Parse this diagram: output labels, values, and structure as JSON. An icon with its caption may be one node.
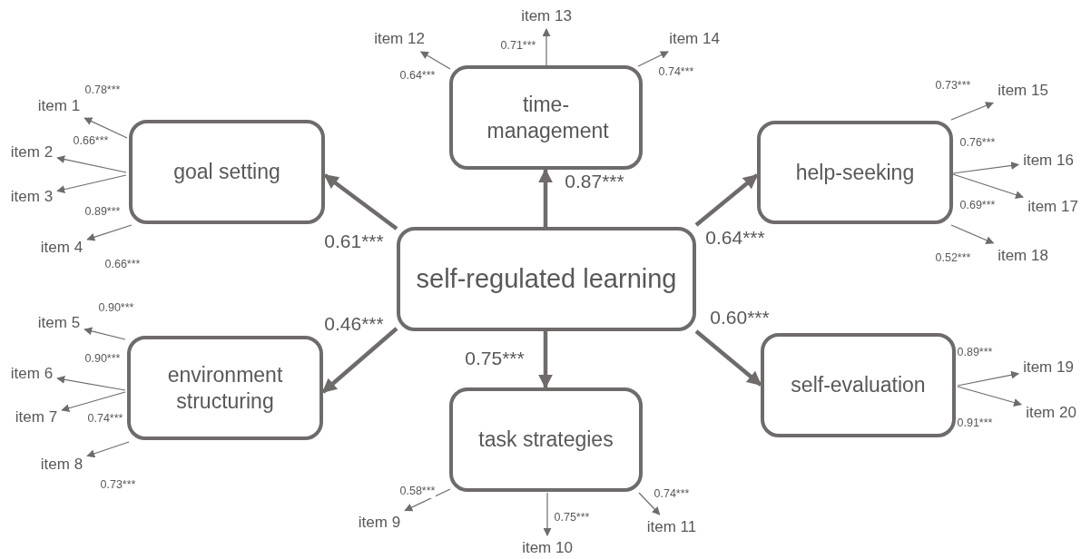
{
  "diagram": {
    "nodes": [
      {
        "text": [
          "self-regulated learning"
        ]
      },
      {
        "text": [
          "goal setting"
        ]
      },
      {
        "text": [
          "time-management"
        ]
      },
      {
        "text": [
          "help-seeking"
        ]
      },
      {
        "text": [
          "environment structuring"
        ]
      },
      {
        "text": [
          "task strategies"
        ]
      },
      {
        "text": [
          "self-evaluation"
        ]
      },
      {
        "text": [
          "item 1"
        ]
      },
      {
        "text": [
          "item 2"
        ]
      },
      {
        "text": [
          "item 3"
        ]
      },
      {
        "text": [
          "item 4"
        ]
      },
      {
        "text": [
          "item 5"
        ]
      },
      {
        "text": [
          "item 6"
        ]
      },
      {
        "text": [
          "item 7"
        ]
      },
      {
        "text": [
          "item 8"
        ]
      },
      {
        "text": [
          "item 9"
        ]
      },
      {
        "text": [
          "item 10"
        ]
      },
      {
        "text": [
          "item 11"
        ]
      },
      {
        "text": [
          "item 12"
        ]
      },
      {
        "text": [
          "item 13"
        ]
      },
      {
        "text": [
          "item 14"
        ]
      },
      {
        "text": [
          "item 15"
        ]
      },
      {
        "text": [
          "item 16"
        ]
      },
      {
        "text": [
          "item 17"
        ]
      },
      {
        "text": [
          "item 18"
        ]
      },
      {
        "text": [
          "item 19"
        ]
      },
      {
        "text": [
          "item 20"
        ]
      }
    ],
    "edges": [
      {
        "from": 0,
        "to": 1,
        "arrow": "to",
        "label": "0.61***",
        "style": "thick"
      },
      {
        "from": 0,
        "to": 2,
        "arrow": "to",
        "label": "0.87***",
        "style": "thick"
      },
      {
        "from": 0,
        "to": 3,
        "arrow": "to",
        "label": "0.64***",
        "style": "thick"
      },
      {
        "from": 0,
        "to": 4,
        "arrow": "to",
        "label": "0.46***",
        "style": "thick"
      },
      {
        "from": 0,
        "to": 5,
        "arrow": "to",
        "label": "0.75***",
        "style": "thick"
      },
      {
        "from": 0,
        "to": 6,
        "arrow": "to",
        "label": "0.60***",
        "style": "thick"
      },
      {
        "from": 1,
        "to": 7,
        "arrow": "to",
        "label": "0.78***"
      },
      {
        "from": 1,
        "to": 8,
        "arrow": "to",
        "label": "0.66***"
      },
      {
        "from": 1,
        "to": 9,
        "arrow": "to",
        "label": "0.89***"
      },
      {
        "from": 1,
        "to": 10,
        "arrow": "to",
        "label": "0.66***"
      },
      {
        "from": 4,
        "to": 11,
        "arrow": "to",
        "label": "0.90***"
      },
      {
        "from": 4,
        "to": 12,
        "arrow": "to",
        "label": "0.90***"
      },
      {
        "from": 4,
        "to": 13,
        "arrow": "to",
        "label": "0.74***"
      },
      {
        "from": 4,
        "to": 14,
        "arrow": "to",
        "label": "0.73***"
      },
      {
        "from": 5,
        "to": 15,
        "arrow": "to",
        "label": "0.58***"
      },
      {
        "from": 5,
        "to": 16,
        "arrow": "to",
        "label": "0.75***"
      },
      {
        "from": 5,
        "to": 17,
        "arrow": "to",
        "label": "0.74***"
      },
      {
        "from": 2,
        "to": 18,
        "arrow": "to",
        "label": "0.64***"
      },
      {
        "from": 2,
        "to": 19,
        "arrow": "to",
        "label": "0.71***"
      },
      {
        "from": 2,
        "to": 20,
        "arrow": "to",
        "label": "0.74***"
      },
      {
        "from": 3,
        "to": 21,
        "arrow": "to",
        "label": "0.73***"
      },
      {
        "from": 3,
        "to": 22,
        "arrow": "to",
        "label": "0.76***"
      },
      {
        "from": 3,
        "to": 23,
        "arrow": "to",
        "label": "0.69***"
      },
      {
        "from": 3,
        "to": 24,
        "arrow": "to",
        "label": "0.52***"
      },
      {
        "from": 6,
        "to": 25,
        "arrow": "to",
        "label": "0.89***"
      },
      {
        "from": 6,
        "to": 26,
        "arrow": "to",
        "label": "0.91***"
      }
    ]
  }
}
